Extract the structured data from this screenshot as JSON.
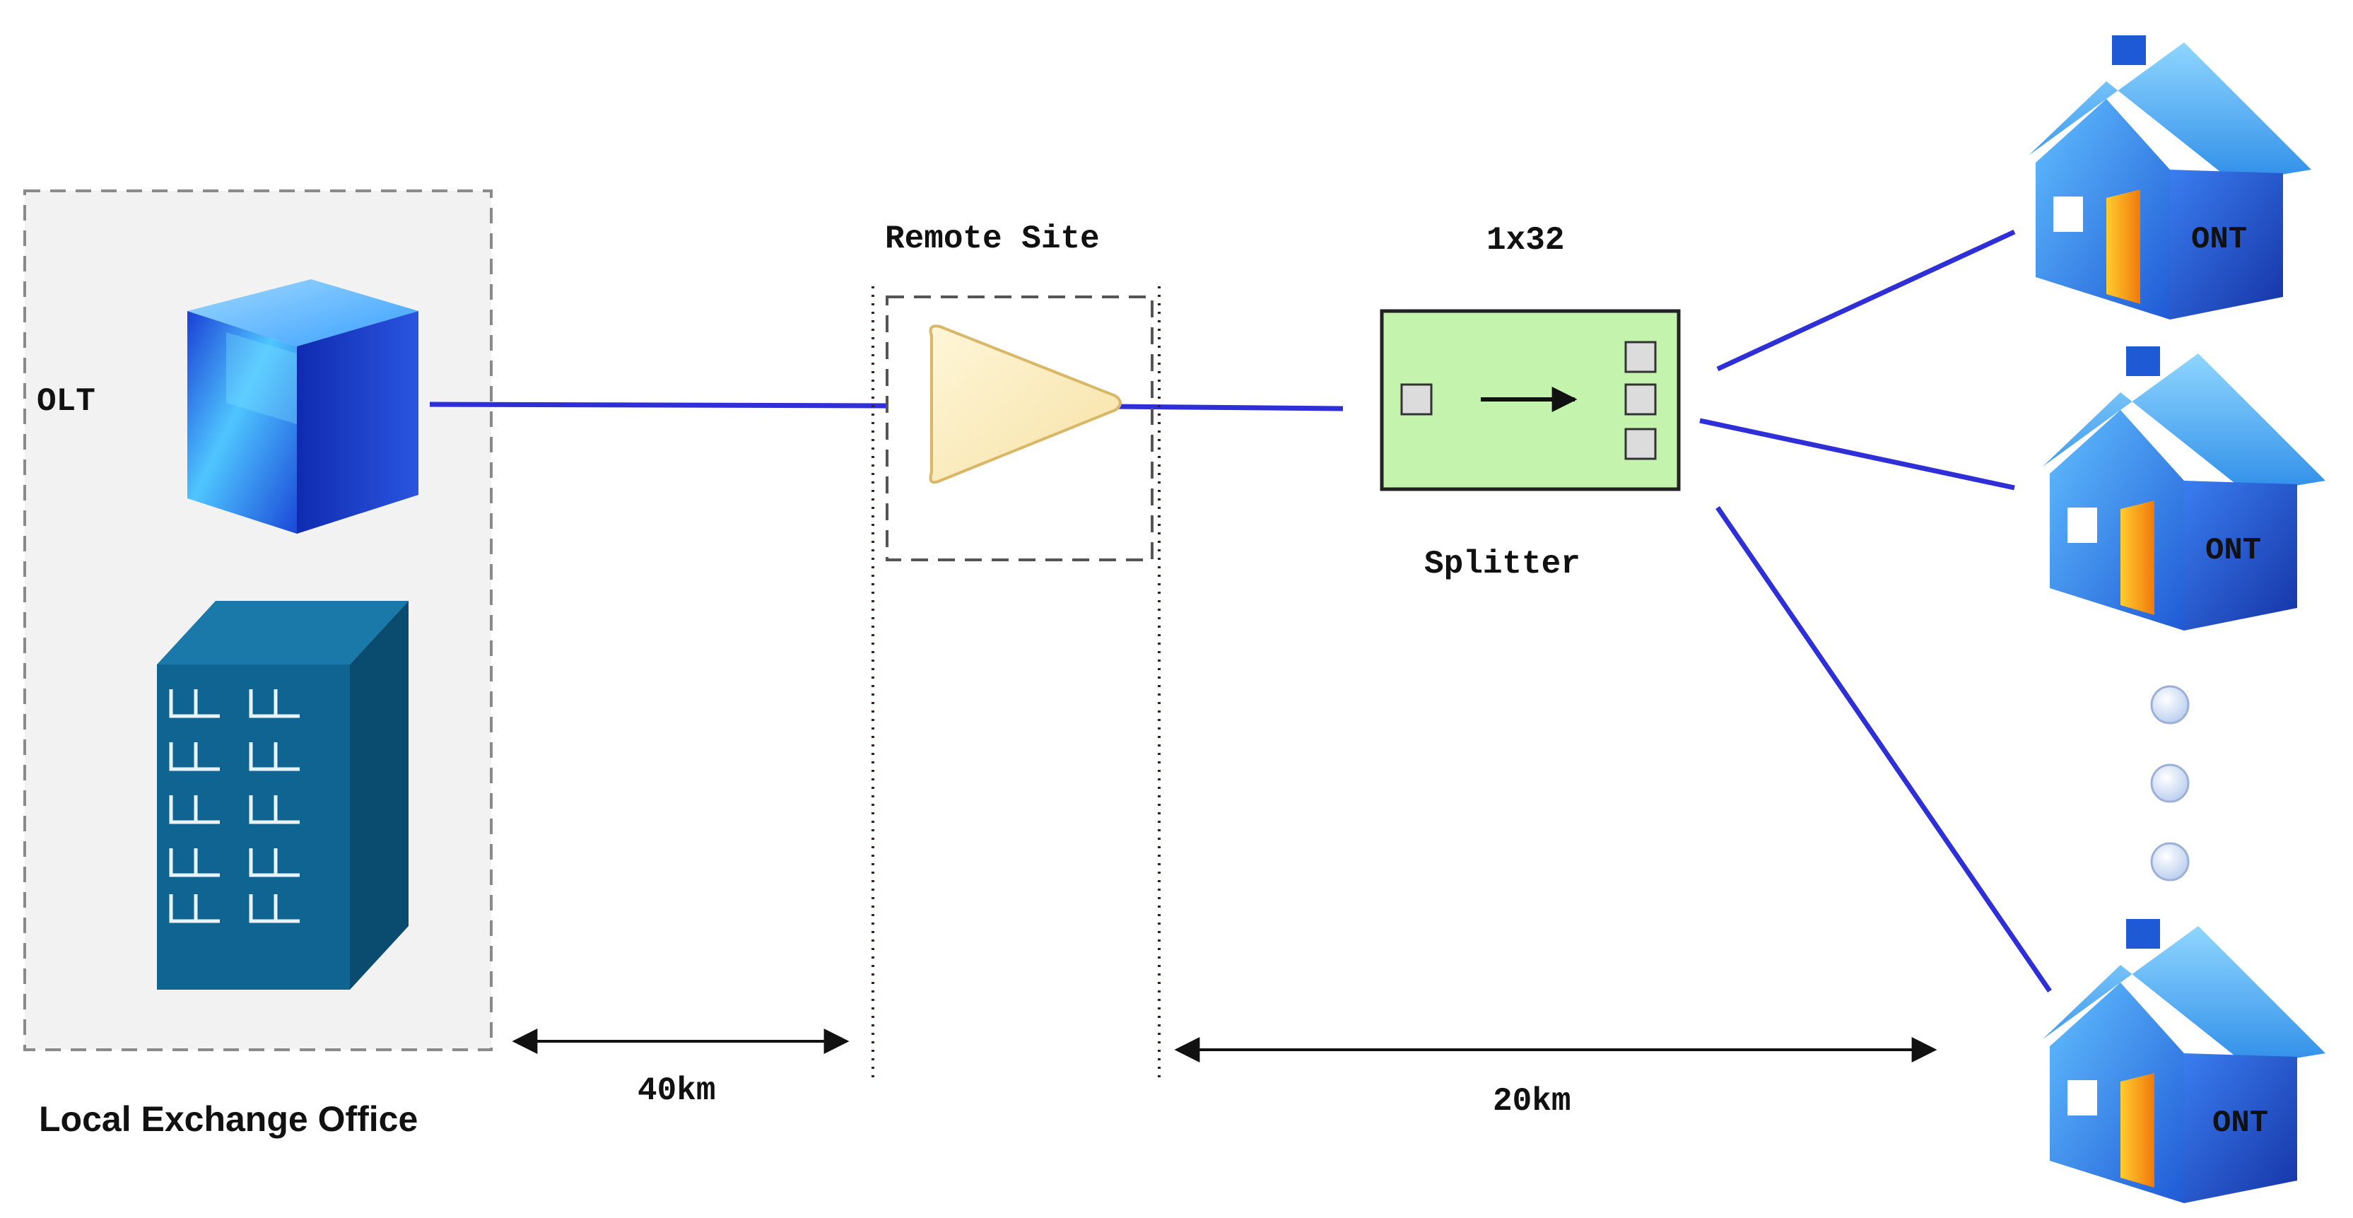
{
  "labels": {
    "olt": "OLT",
    "remote_site": "Remote Site",
    "ratio": "1x32",
    "splitter": "Splitter",
    "local_exchange": "Local Exchange Office",
    "dist_1": "40km",
    "dist_2": "20km",
    "ont_1": "ONT",
    "ont_2": "ONT",
    "ont_3": "ONT"
  },
  "colors": {
    "fiber": "#2f2fd8",
    "exchange_fill": "#f2f2f2",
    "building": "#0f5f8a",
    "amplifier": "#fbefc6",
    "splitter": "#c3f3ad",
    "house_roof": "#3fa9ef",
    "house_door": "#f5a212"
  },
  "icons": [
    "cube-icon",
    "building-icon",
    "amplifier-icon",
    "splitter-icon",
    "house-icon"
  ]
}
